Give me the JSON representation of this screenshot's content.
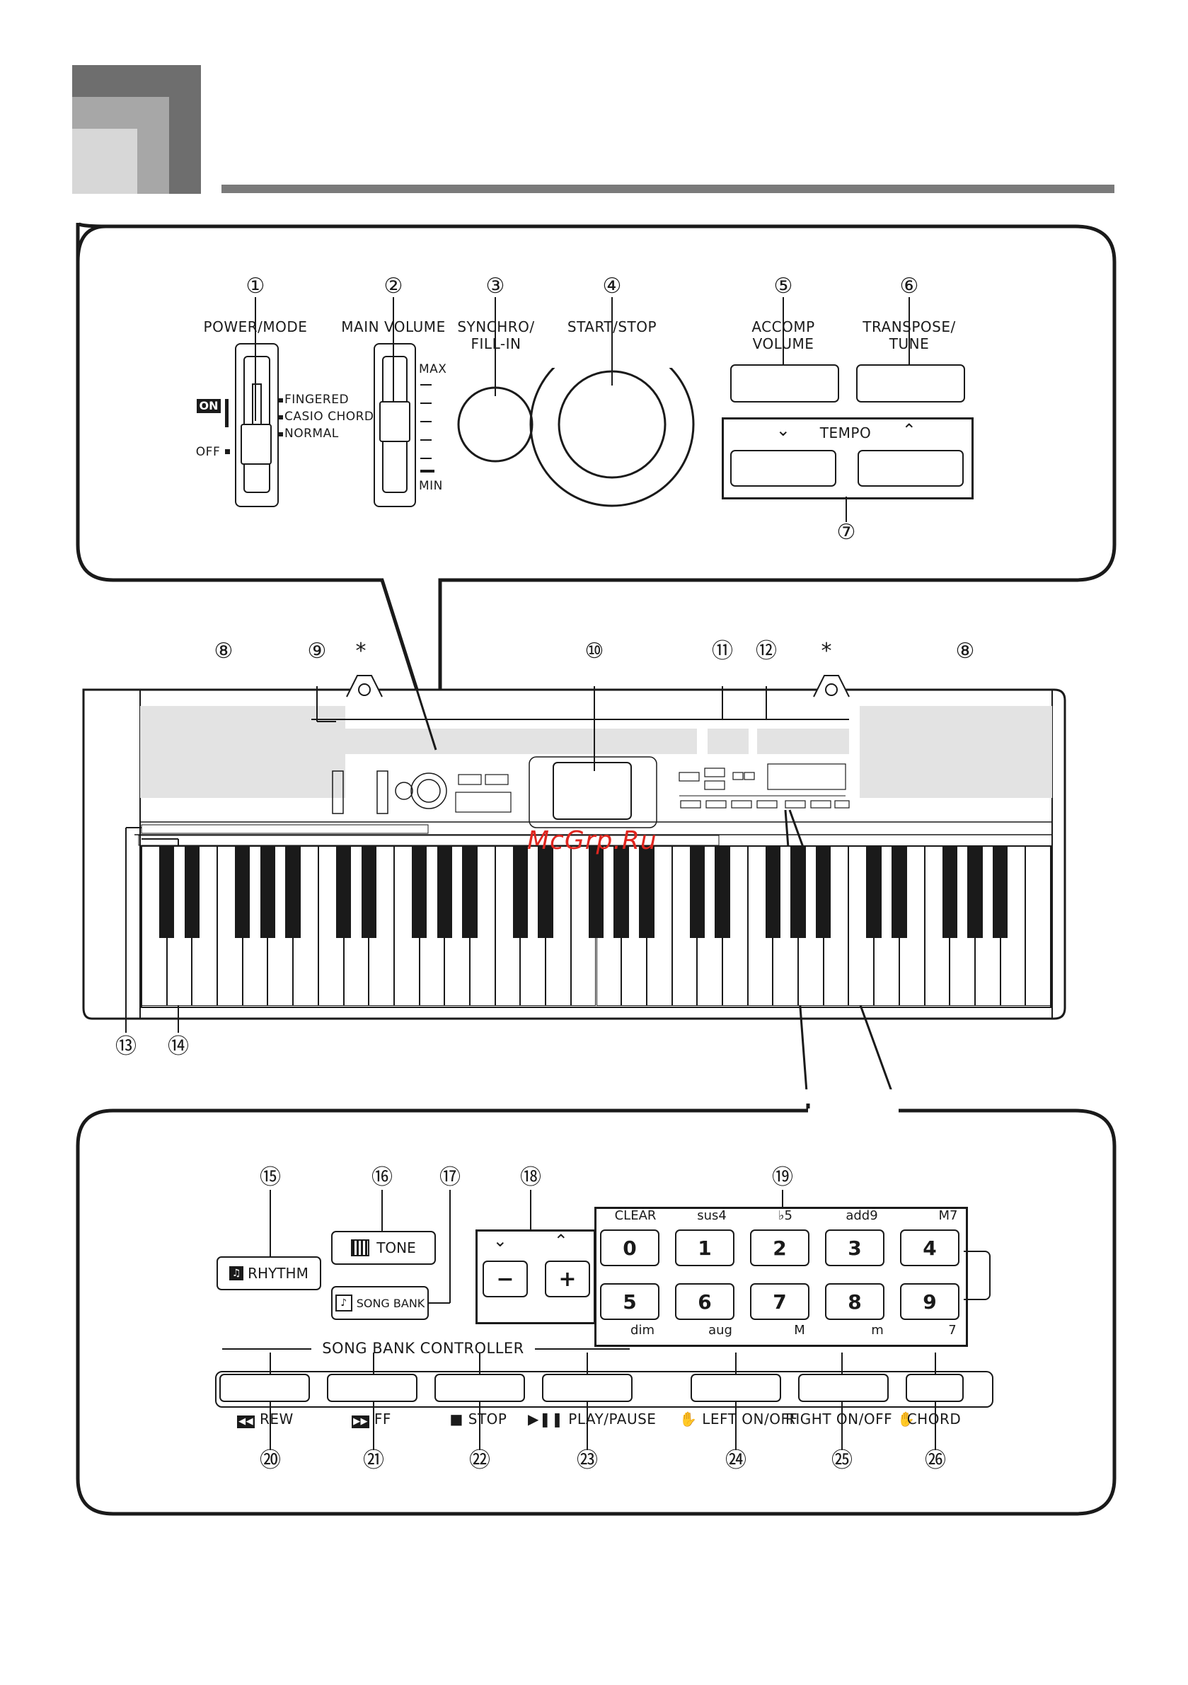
{
  "watermark": "McGrp.Ru",
  "top_panel": {
    "callouts": [
      "①",
      "②",
      "③",
      "④",
      "⑤",
      "⑥",
      "⑦"
    ],
    "power_mode": {
      "title": "POWER/MODE",
      "on": "ON",
      "off": "OFF",
      "modes": [
        "FINGERED",
        "CASIO CHORD",
        "NORMAL"
      ]
    },
    "main_volume": {
      "title": "MAIN VOLUME",
      "max": "MAX",
      "min": "MIN"
    },
    "synchro": {
      "title_line1": "SYNCHRO/",
      "title_line2": "FILL-IN"
    },
    "start_stop": {
      "title": "START/STOP"
    },
    "accomp_volume": {
      "line1": "ACCOMP",
      "line2": "VOLUME"
    },
    "transpose": {
      "line1": "TRANSPOSE/",
      "line2": "TUNE"
    },
    "tempo": {
      "title": "TEMPO",
      "down": "⌄",
      "up": "⌃"
    }
  },
  "middle": {
    "callouts": [
      "⑧",
      "⑨",
      "*",
      "⑩",
      "⑪",
      "⑫",
      "*",
      "⑧"
    ],
    "bottom_callouts": [
      "⑬",
      "⑭"
    ]
  },
  "bottom_panel": {
    "callouts_top": [
      "⑮",
      "⑯",
      "⑰",
      "⑱",
      "⑲"
    ],
    "rhythm": "RHYTHM",
    "tone": "TONE",
    "song_bank": "SONG BANK",
    "minus": "−",
    "plus": "+",
    "down": "⌄",
    "up": "⌃",
    "chord_top": [
      "CLEAR",
      "sus4",
      "♭5",
      "add9",
      "M7"
    ],
    "numbers_row1": [
      "0",
      "1",
      "2",
      "3",
      "4"
    ],
    "numbers_row2": [
      "5",
      "6",
      "7",
      "8",
      "9"
    ],
    "chord_bottom": [
      "dim",
      "aug",
      "M",
      "m",
      "7"
    ],
    "controller_title": "SONG BANK CONTROLLER",
    "controller_buttons": [
      "REW",
      "FF",
      "STOP",
      "PLAY/PAUSE",
      "LEFT ON/OFF",
      "RIGHT ON/OFF",
      "CHORD"
    ],
    "callouts_bottom": [
      "⑳",
      "㉑",
      "㉒",
      "㉓",
      "㉔",
      "㉕",
      "㉖"
    ]
  }
}
